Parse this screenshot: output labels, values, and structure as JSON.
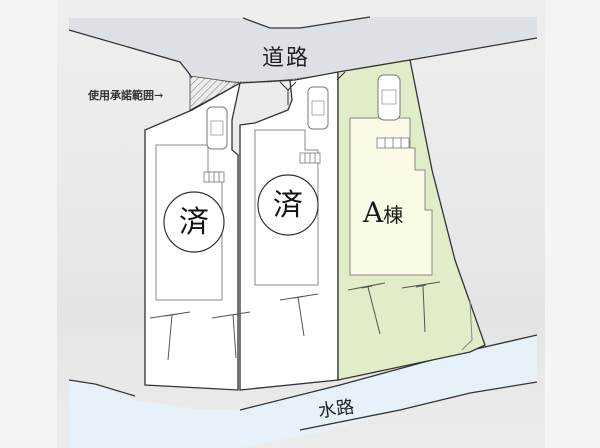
{
  "map": {
    "type": "site-plan",
    "labels": {
      "road": "道路",
      "waterway": "水路",
      "consent_area": "使用承諾範囲",
      "consent_arrow": "→"
    },
    "lots": [
      {
        "id": "lot-1",
        "status_label": "済",
        "status": "sold"
      },
      {
        "id": "lot-2",
        "status_label": "済",
        "status": "sold"
      },
      {
        "id": "lot-A",
        "name_label": "A",
        "name_suffix": "棟",
        "status": "available"
      }
    ],
    "colors": {
      "road": "#dde1e6",
      "waterway": "#e6f1fa",
      "lot_available": "#e1ecc8",
      "building_available": "#fbfae6",
      "lot_sold": "#ffffff",
      "outline": "#333333",
      "background": "#f4f4f4"
    }
  }
}
